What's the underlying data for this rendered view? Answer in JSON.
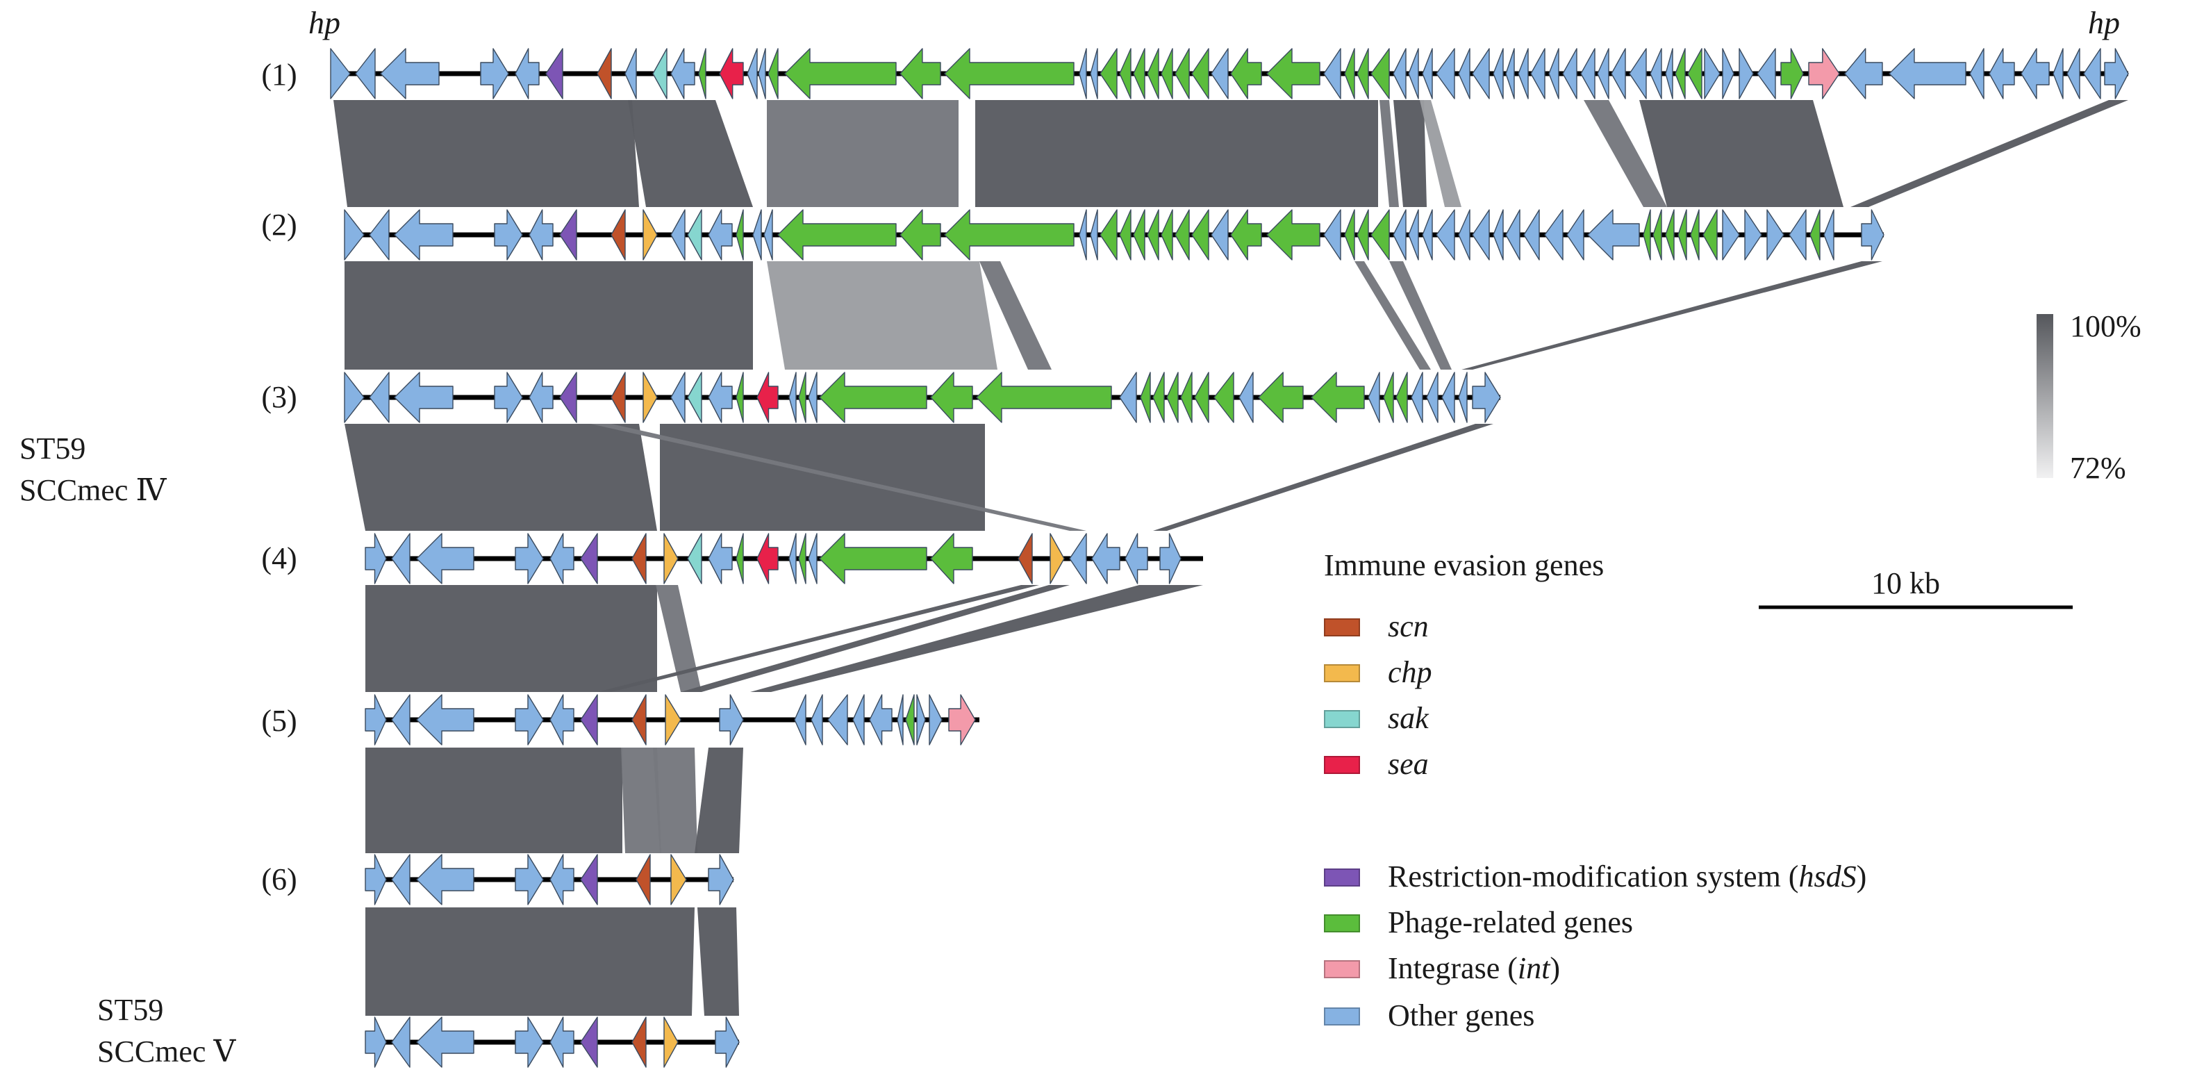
{
  "end_labels": {
    "left": "hp",
    "right": "hp"
  },
  "tracks": [
    {
      "label": "(1)"
    },
    {
      "label": "(2)"
    },
    {
      "label": "(3)"
    },
    {
      "label": "(4)"
    },
    {
      "label": "(5)"
    },
    {
      "label": "(6)"
    },
    {
      "label": ""
    }
  ],
  "groups": {
    "sccmec_iv": {
      "line1": "ST59",
      "line2": "SCCmec Ⅳ"
    },
    "sccmec_v": {
      "line1": "ST59",
      "line2": "SCCmec Ⅴ"
    }
  },
  "identity_scale": {
    "max_label": "100%",
    "min_label": "72%"
  },
  "scale_bar": {
    "label": "10 kb"
  },
  "legend": {
    "immune_title": "Immune evasion genes",
    "immune_items": [
      {
        "key": "scn",
        "label": "scn",
        "color": "#c0522a"
      },
      {
        "key": "chp",
        "label": "chp",
        "color": "#f3b94d"
      },
      {
        "key": "sak",
        "label": "sak",
        "color": "#86d6cf"
      },
      {
        "key": "sea",
        "label": "sea",
        "color": "#e8214a"
      }
    ],
    "other_items": [
      {
        "key": "hsds",
        "prefix": "Restriction-modification system (",
        "ital": "hsdS",
        "suffix": ")",
        "color": "#7d55b5"
      },
      {
        "key": "phage",
        "prefix": "Phage-related genes",
        "ital": "",
        "suffix": "",
        "color": "#5bbd3c"
      },
      {
        "key": "int",
        "prefix": "Integrase (",
        "ital": "int",
        "suffix": ")",
        "color": "#f39aaa"
      },
      {
        "key": "other",
        "prefix": "Other genes",
        "ital": "",
        "suffix": "",
        "color": "#86b2e2"
      }
    ]
  },
  "colors": {
    "line": "#000000",
    "link_dark": "#5a5c62",
    "link_mid": "#76787e",
    "link_light": "#9c9ea2"
  }
}
